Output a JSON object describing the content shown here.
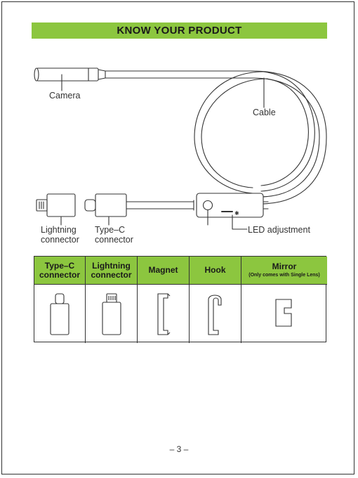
{
  "title": "KNOW YOUR PRODUCT",
  "diagram_labels": {
    "camera": "Camera",
    "cable": "Cable",
    "lightning": "Lightning connector",
    "typec": "Type–C connector",
    "led": "LED adjustment"
  },
  "table": {
    "headers": [
      {
        "label": "Type–C connector",
        "sub": ""
      },
      {
        "label": "Lightning connector",
        "sub": ""
      },
      {
        "label": "Magnet",
        "sub": ""
      },
      {
        "label": "Hook",
        "sub": ""
      },
      {
        "label": "Mirror",
        "sub": "(Only comes with Single Lens)"
      }
    ],
    "icons": [
      "type-c-adapter-icon",
      "lightning-adapter-icon",
      "magnet-icon",
      "hook-icon",
      "mirror-icon"
    ]
  },
  "page_number": "– 3 –",
  "colors": {
    "accent": "#8cc63f",
    "line": "#333333"
  }
}
